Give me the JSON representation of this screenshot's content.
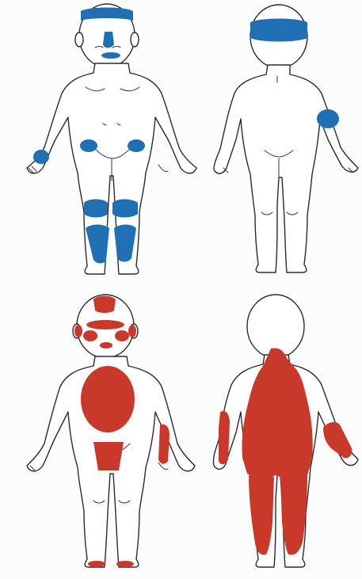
{
  "figure": {
    "panels": [
      {
        "id": "top-front",
        "view": "front",
        "highlight_color": "#1f6fb2",
        "regions": [
          "forehead-band",
          "nose",
          "upper-lip",
          "left-hand",
          "left-groin",
          "right-groin",
          "left-knee",
          "right-knee",
          "left-shin",
          "right-shin"
        ]
      },
      {
        "id": "top-back",
        "view": "back",
        "highlight_color": "#1f6fb2",
        "regions": [
          "head-band",
          "right-elbow"
        ]
      },
      {
        "id": "bottom-front",
        "view": "front",
        "highlight_color": "#c8392c",
        "regions": [
          "scalp-patch",
          "left-cheek",
          "right-cheek",
          "brow",
          "mouth",
          "left-ear",
          "right-ear",
          "trunk-oval",
          "diaper-area",
          "right-forearm",
          "left-foot",
          "right-foot"
        ]
      },
      {
        "id": "bottom-back",
        "view": "back",
        "highlight_color": "#c8392c",
        "regions": [
          "back-and-buttocks",
          "left-leg-back",
          "right-leg-back",
          "left-forearm-back",
          "right-forearm-back"
        ]
      }
    ]
  }
}
